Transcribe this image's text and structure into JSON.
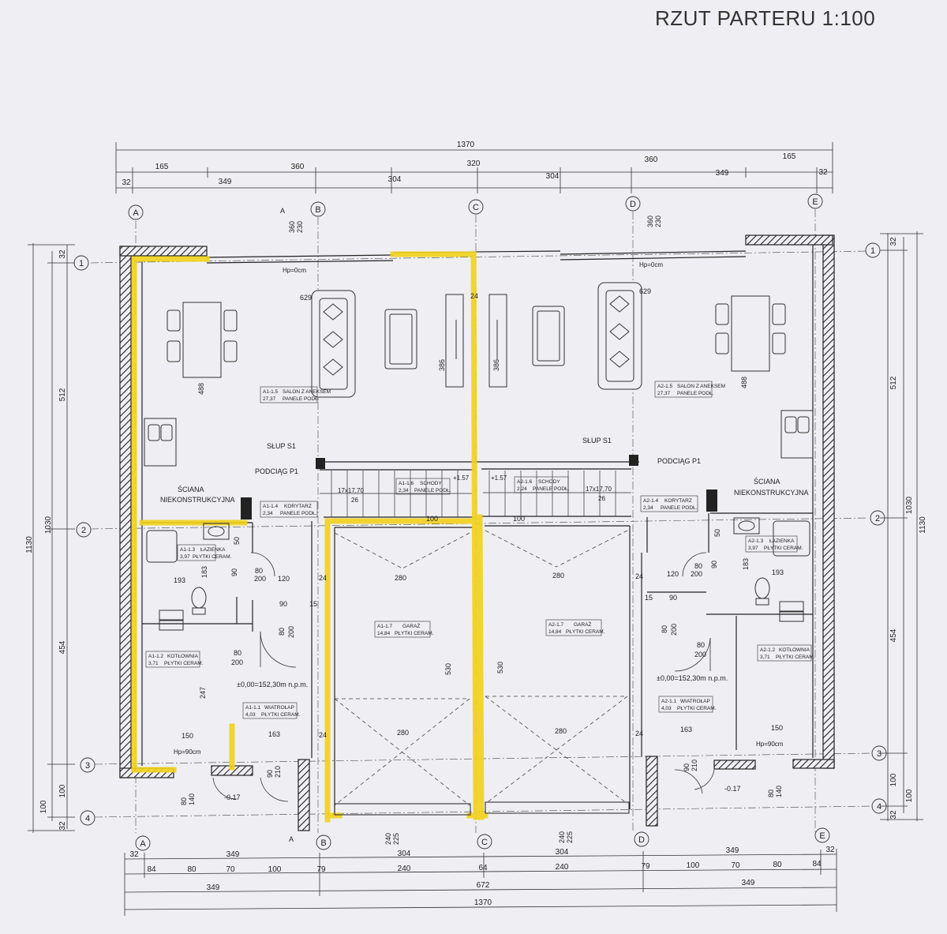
{
  "title": "RZUT PARTERU 1:100",
  "colors": {
    "highlight": "#f2d21b",
    "line": "#222222",
    "paper": "#efeff3"
  },
  "axes": {
    "columns": [
      "A",
      "B",
      "C",
      "D",
      "E"
    ],
    "rows": [
      "1",
      "2",
      "3",
      "4"
    ],
    "section": "A"
  },
  "dims": {
    "top_total": "1370",
    "top_row2": [
      "165",
      "360",
      "320",
      "360",
      "165"
    ],
    "top_row3": [
      "32",
      "349",
      "304",
      "304",
      "349",
      "32"
    ],
    "bottom_row1": [
      "32",
      "349",
      "304",
      "304",
      "349",
      "32"
    ],
    "bottom_row2": [
      "84",
      "80",
      "70",
      "100",
      "79",
      "240",
      "64",
      "240",
      "79",
      "100",
      "70",
      "80",
      "84"
    ],
    "bottom_row3": [
      "349",
      "672",
      "349"
    ],
    "bottom_total": "1370",
    "left_outer": "1130",
    "left_mid": "1030",
    "left_parts": [
      "32",
      "512",
      "454",
      "100",
      "32"
    ],
    "left_inner": [
      "100"
    ],
    "right_outer": "1130",
    "right_mid": "1030",
    "right_parts": [
      "32",
      "512",
      "454",
      "100",
      "32"
    ],
    "right_inner": [
      "100"
    ],
    "axis_b": [
      "360",
      "230"
    ],
    "axis_d": [
      "360",
      "230"
    ]
  },
  "rooms": {
    "a1_15": {
      "code": "A1-1.5",
      "name": "SALON Z ANEKSEM",
      "area": "27,37",
      "finish": "PANELE PODŁ."
    },
    "a2_15": {
      "code": "A2-1.5",
      "name": "SALON Z ANEKSEM",
      "area": "27,37",
      "finish": "PANELE PODŁ."
    },
    "a1_14": {
      "code": "A1-1.4",
      "name": "KORYTARZ",
      "area": "2,34",
      "finish": "PANELE PODŁ."
    },
    "a2_14": {
      "code": "A2-1.4",
      "name": "KORYTARZ",
      "area": "2,34",
      "finish": "PANELE PODŁ."
    },
    "a1_16": {
      "code": "A1-1.6",
      "name": "SCHODY",
      "area": "2,34",
      "finish": "PANELE PODŁ."
    },
    "a2_16": {
      "code": "A2-1.6",
      "name": "SCHODY",
      "area": "2,24",
      "finish": "PANELE PODŁ."
    },
    "a1_13": {
      "code": "A1-1.3",
      "name": "ŁAZIENKA",
      "area": "3,97",
      "finish": "PŁYTKI CERAM."
    },
    "a2_13": {
      "code": "A2-1.3",
      "name": "ŁAZIENKA",
      "area": "3,97",
      "finish": "PŁYTKI CERAM."
    },
    "a1_12": {
      "code": "A1-1.2",
      "name": "KOTŁOWNIA",
      "area": "3,71",
      "finish": "PŁYTKI CERAM."
    },
    "a2_12": {
      "code": "A2-1.2",
      "name": "KOTŁOWNIA",
      "area": "3,71",
      "finish": "PŁYTKI CERAM."
    },
    "a1_11": {
      "code": "A1-1.1",
      "name": "WIATROŁAP",
      "area": "4,03",
      "finish": "PŁYTKI CERAM."
    },
    "a2_11": {
      "code": "A2-1.1",
      "name": "WIATROŁAP",
      "area": "4,03",
      "finish": "PŁYTKI CERAM."
    },
    "a1_17": {
      "code": "A1-1.7",
      "name": "GARAŻ",
      "area": "14,84",
      "finish": "PŁYTKI CERAM."
    },
    "a2_17": {
      "code": "A2-1.7",
      "name": "GARAŻ",
      "area": "14,84",
      "finish": "PŁYTKI CERAM."
    }
  },
  "notes": {
    "slup_left": "SŁUP S1",
    "slup_right": "SŁUP S1",
    "podciag_left": "PODCIĄG P1",
    "podciag_right": "PODCIĄG P1",
    "sciana_left_1": "ŚCIANA",
    "sciana_left_2": "NIEKONSTRUKCYJNA",
    "sciana_right_1": "ŚCIANA",
    "sciana_right_2": "NIEKONSTRUKCYJNA",
    "hp_top_left": "Hp=0cm",
    "hp_top_right": "Hp=0cm",
    "hp_bottom_left": "Hp=90cm",
    "hp_bottom_right": "Hp=90cm",
    "level_left": "±0,00=152,30m n.p.m.",
    "level_right": "±0,00=152,30m n.p.m.",
    "entry_left": "-0.17",
    "entry_right": "-0.17",
    "stairs_left": "17x17,70",
    "stairs_right": "17x17,70",
    "stairs_left_w": "26",
    "stairs_right_w": "26",
    "stair_left_h": "+1.57",
    "stair_right_h": "+1.57"
  },
  "labels": {
    "salon_w_left": "629",
    "salon_w_right": "629",
    "salon_h_left": "488",
    "salon_h_right": "488",
    "stair_h_left": "386",
    "stair_h_right": "386",
    "wall_24": "24",
    "gar_w_top": "280",
    "gar_w_bottom": "280",
    "gar_h": "530",
    "gar_door": [
      "240",
      "225"
    ],
    "bath_w": "193",
    "bath_h": "183",
    "bath_50": "50",
    "door_80": "80",
    "door_200": "200",
    "door_90": "90",
    "dim_120": "120",
    "dim_90": "90",
    "dim_15": "15",
    "dim_150": "150",
    "dim_163": "163",
    "dim_247": "247",
    "dim_210": "210",
    "dim_140": "140",
    "dim_100": "100",
    "dim_32": "32",
    "dim_80": "80",
    "dim_200": "200"
  }
}
